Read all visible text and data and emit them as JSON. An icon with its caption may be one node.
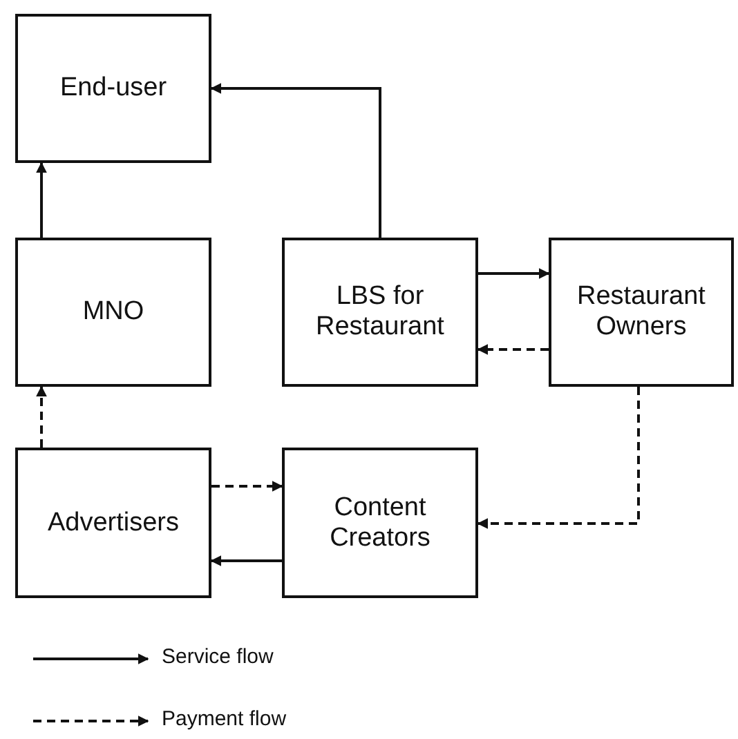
{
  "diagram": {
    "nodes": [
      {
        "text": [
          "End-user"
        ]
      },
      {
        "text": [
          "MNO"
        ]
      },
      {
        "text": [
          "LBS for Restaurant"
        ]
      },
      {
        "text": [
          "Restaurant Owners"
        ]
      },
      {
        "text": [
          "Advertisers"
        ]
      },
      {
        "text": [
          "Content Creators"
        ]
      }
    ],
    "edges": [
      {
        "from": 1,
        "to": 0,
        "arrow": "to"
      },
      {
        "from": 2,
        "to": 0,
        "arrow": "to"
      },
      {
        "from": 2,
        "to": 3,
        "arrow": "to"
      },
      {
        "from": 3,
        "to": 2,
        "arrow": "to",
        "style": "dashed"
      },
      {
        "from": 4,
        "to": 1,
        "arrow": "to",
        "style": "dashed"
      },
      {
        "from": 4,
        "to": 5,
        "arrow": "to",
        "style": "dashed"
      },
      {
        "from": 5,
        "to": 4,
        "arrow": "to"
      },
      {
        "from": 3,
        "to": 5,
        "arrow": "to",
        "style": "dashed"
      }
    ],
    "legend": [
      {
        "text": "Service flow"
      },
      {
        "text": "Payment flow"
      }
    ]
  }
}
